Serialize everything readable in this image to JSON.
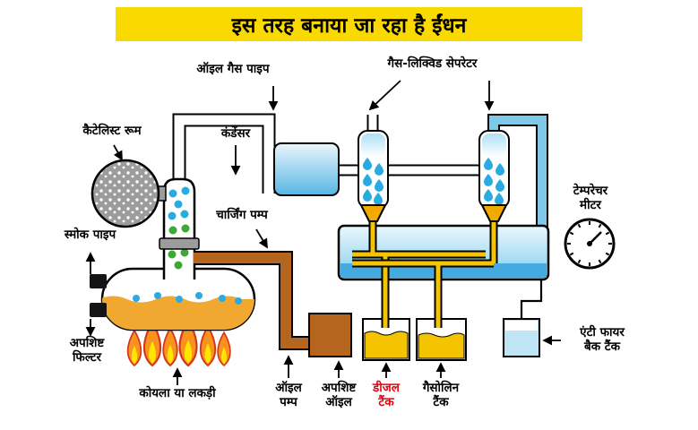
{
  "title": {
    "text": "इस तरह बनाया जा रहा है ईंधन"
  },
  "labels": {
    "oil_gas_pipe": "ऑइल गैस पाइप",
    "gas_liquid_separator": "गैस-लिक्विड सेपरेटर",
    "catalyst_room": "कैटेलिस्ट रूम",
    "condenser": "कंडेंसर",
    "smoke_pipe": "स्मोक पाइप",
    "waste_filter": "अपशिष्ट\nफिल्टर",
    "charging_pump": "चार्जिंग पम्प",
    "coal_or_wood": "कोयला या लकड़ी",
    "oil_pump": "ऑइल\nपम्प",
    "waste_oil": "अपशिष्ट\nऑइल",
    "diesel_tank": "डीजल\nटैंक",
    "gasoline_tank": "गैसोलिन\nटैंक",
    "anti_fire_back_tank": "एंटी फायर\nबैक टैंक",
    "temperature_meter": "टेम्परेचर\nमीटर"
  },
  "colors": {
    "banner_yellow": "#F9D900",
    "diesel_label_red": "#E30613",
    "pipe_brown": "#B5651D",
    "pipe_yellow": "#F4C400",
    "water_blue": "#7EC8E8",
    "droplet_blue": "#29ABE2",
    "flame_orange": "#F7931E",
    "flame_red": "#D3351F",
    "boiler_liquid_orange": "#F0A830",
    "catalyst_gray": "#9C9C9C",
    "dot_green": "#3AAA35"
  }
}
